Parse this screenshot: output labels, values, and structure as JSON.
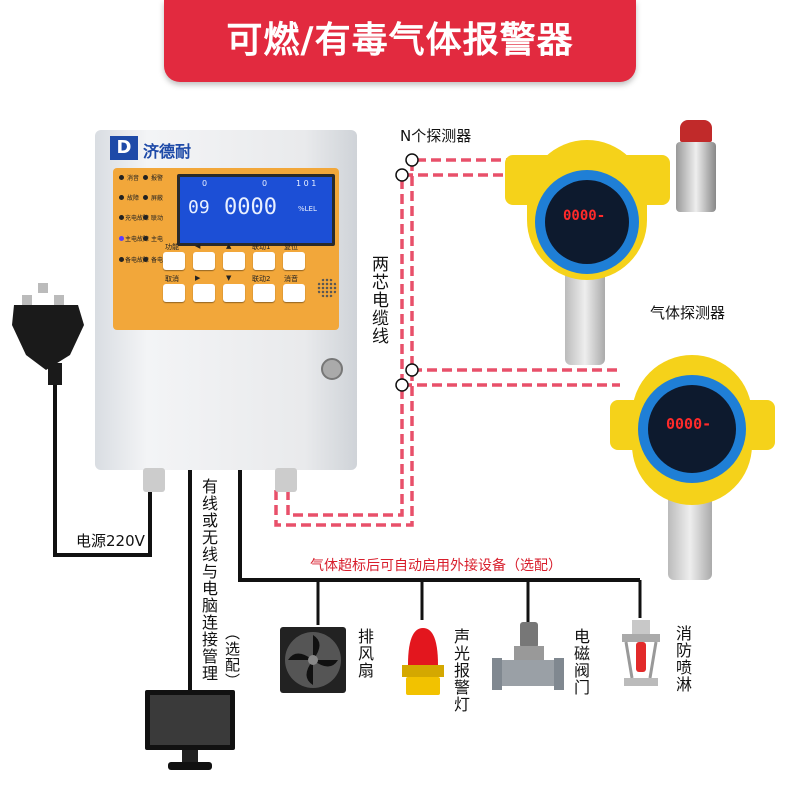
{
  "title": "可燃/有毒气体报警器",
  "brand": "济德耐",
  "labels": {
    "n_detectors": "N个探测器",
    "two_core_cable": "两芯电缆线",
    "gas_detector": "气体探测器",
    "power": "电源220V",
    "pc_link": "有线或无线与电脑连接管理",
    "pc_link_optional": "（选配）",
    "auto_devices": "气体超标后可自动启用外接设备（选配）"
  },
  "devices": [
    {
      "label": "排风扇"
    },
    {
      "label": "声光报警灯"
    },
    {
      "label": "电磁阀门"
    },
    {
      "label": "消防喷淋"
    }
  ],
  "controller": {
    "lcd": {
      "small_left": "0",
      "small_mid": "0",
      "small_right": "1 0 1",
      "left_value": "09",
      "main_value": "0000",
      "unit": "%LEL"
    },
    "leds": [
      "消音",
      "报警",
      "故障",
      "屏蔽",
      "充电故障",
      "联动",
      "主电故障",
      "主电",
      "备电故障",
      "备电"
    ],
    "buttons": [
      "功能",
      "◀",
      "▲",
      "联动1",
      "复位",
      "取消",
      "▶",
      "▼",
      "联动2",
      "消音"
    ]
  },
  "detector_display": "0000-",
  "colors": {
    "title_red": "#e22a3f",
    "cable_red": "#e8506a",
    "panel_orange": "#f2a73a",
    "lcd_blue": "#1c4fd6",
    "detector_yellow": "#f5d21a",
    "detector_blue": "#1f7fd6"
  }
}
